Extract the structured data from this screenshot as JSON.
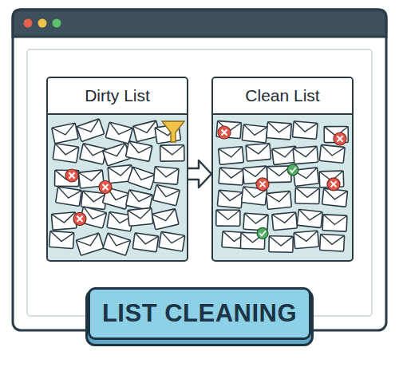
{
  "diagram": {
    "nodes": [
      {
        "text": [
          "Dirty List"
        ]
      },
      {
        "text": [
          "Clean List"
        ]
      },
      {
        "text": [
          "LIST CLEANING"
        ]
      }
    ],
    "edges": [
      {
        "from": 0,
        "to": 1,
        "arrow": "to"
      }
    ]
  }
}
